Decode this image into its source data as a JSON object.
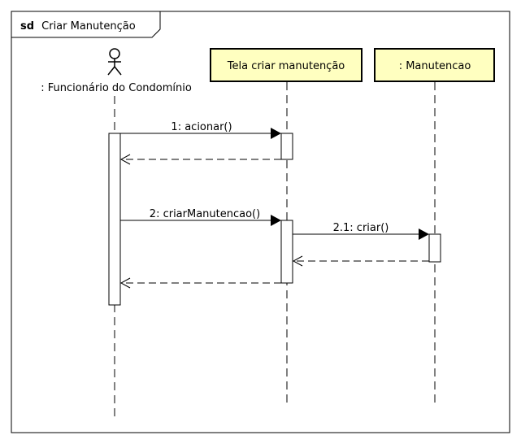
{
  "frame": {
    "keyword": "sd",
    "name": "Criar Manutenção"
  },
  "lifelines": [
    {
      "label": ": Funcionário do Condomínio",
      "kind": "actor"
    },
    {
      "label": "Tela criar manutenção",
      "kind": "boundary"
    },
    {
      "label": ": Manutencao",
      "kind": "entity"
    }
  ],
  "messages": [
    {
      "label": "1: acionar()",
      "type": "sync"
    },
    {
      "label": "",
      "type": "return"
    },
    {
      "label": "2: criarManutencao()",
      "type": "sync"
    },
    {
      "label": "2.1: criar()",
      "type": "sync"
    },
    {
      "label": "",
      "type": "return"
    },
    {
      "label": "",
      "type": "return"
    }
  ],
  "colors": {
    "lifeline_box_fill": "#ffffc0",
    "stroke": "#000000",
    "background": "#ffffff"
  }
}
